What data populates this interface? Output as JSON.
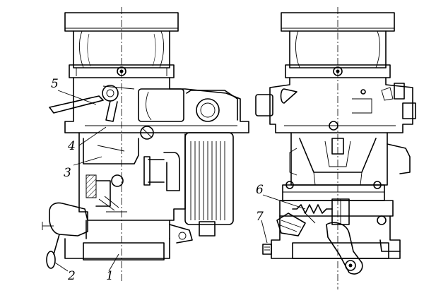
{
  "figure": {
    "callouts": [
      {
        "id": "callout-1",
        "text": "1"
      },
      {
        "id": "callout-2",
        "text": "2"
      },
      {
        "id": "callout-3",
        "text": "3"
      },
      {
        "id": "callout-4",
        "text": "4"
      },
      {
        "id": "callout-5",
        "text": "5"
      },
      {
        "id": "callout-6",
        "text": "6"
      },
      {
        "id": "callout-7",
        "text": "7"
      }
    ]
  },
  "colors": {
    "ink": "#000000",
    "paper": "#ffffff"
  }
}
